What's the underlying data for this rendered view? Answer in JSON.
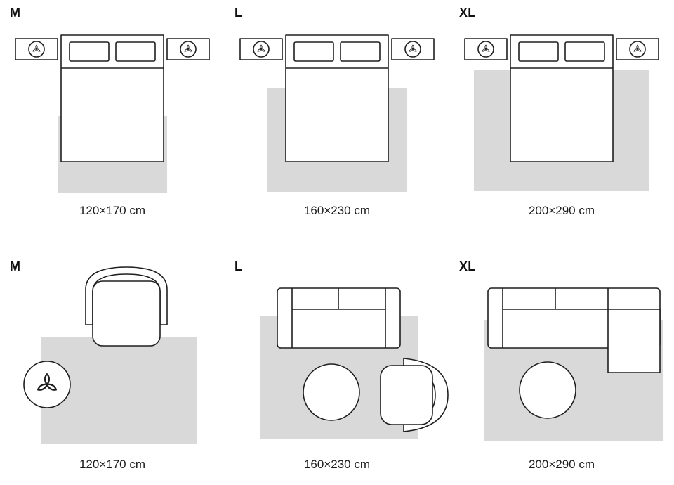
{
  "colors": {
    "rug": "#d9d9d9",
    "outline": "#1f1f1f",
    "fill": "#ffffff",
    "label": "#111111",
    "caption": "#1a1a1a"
  },
  "rows": [
    {
      "name": "bedroom-rug-sizes",
      "panels": [
        {
          "size_label": "M",
          "dimensions": "120×170 cm"
        },
        {
          "size_label": "L",
          "dimensions": "160×230 cm"
        },
        {
          "size_label": "XL",
          "dimensions": "200×290 cm"
        }
      ]
    },
    {
      "name": "livingroom-rug-sizes",
      "panels": [
        {
          "size_label": "M",
          "dimensions": "120×170 cm"
        },
        {
          "size_label": "L",
          "dimensions": "160×230 cm"
        },
        {
          "size_label": "XL",
          "dimensions": "200×290 cm"
        }
      ]
    }
  ],
  "icons": {
    "plant": "plant-icon"
  }
}
